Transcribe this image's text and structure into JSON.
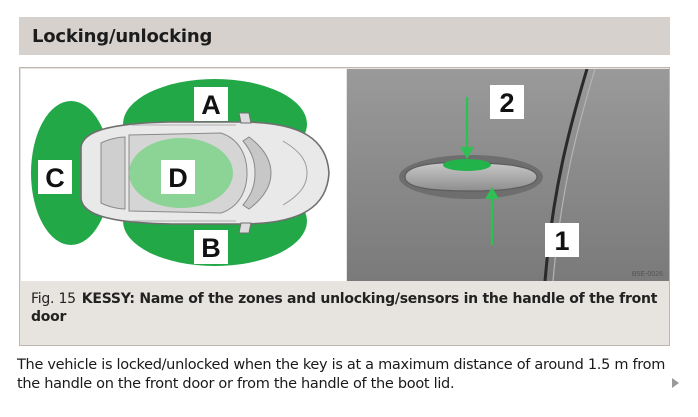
{
  "header": {
    "title": "Locking/unlocking"
  },
  "figure": {
    "zones": {
      "a": "A",
      "b": "B",
      "c": "C",
      "d": "D"
    },
    "markers": {
      "one": "1",
      "two": "2"
    },
    "image_code": "B5E-0026",
    "caption_number": "Fig. 15",
    "caption_text": "KESSY: Name of the zones and unlocking/sensors in the handle of the front door"
  },
  "body": {
    "text": "The vehicle is locked/unlocked when the key is at a maximum distance of around 1.5 m from the handle on the front door or from the handle of the boot lid."
  },
  "icons": {
    "next": "triangle-right-icon"
  },
  "colors": {
    "zone_green": "#22a847",
    "header_bg": "#d6d1cc",
    "figure_bg": "#e7e4e0"
  }
}
